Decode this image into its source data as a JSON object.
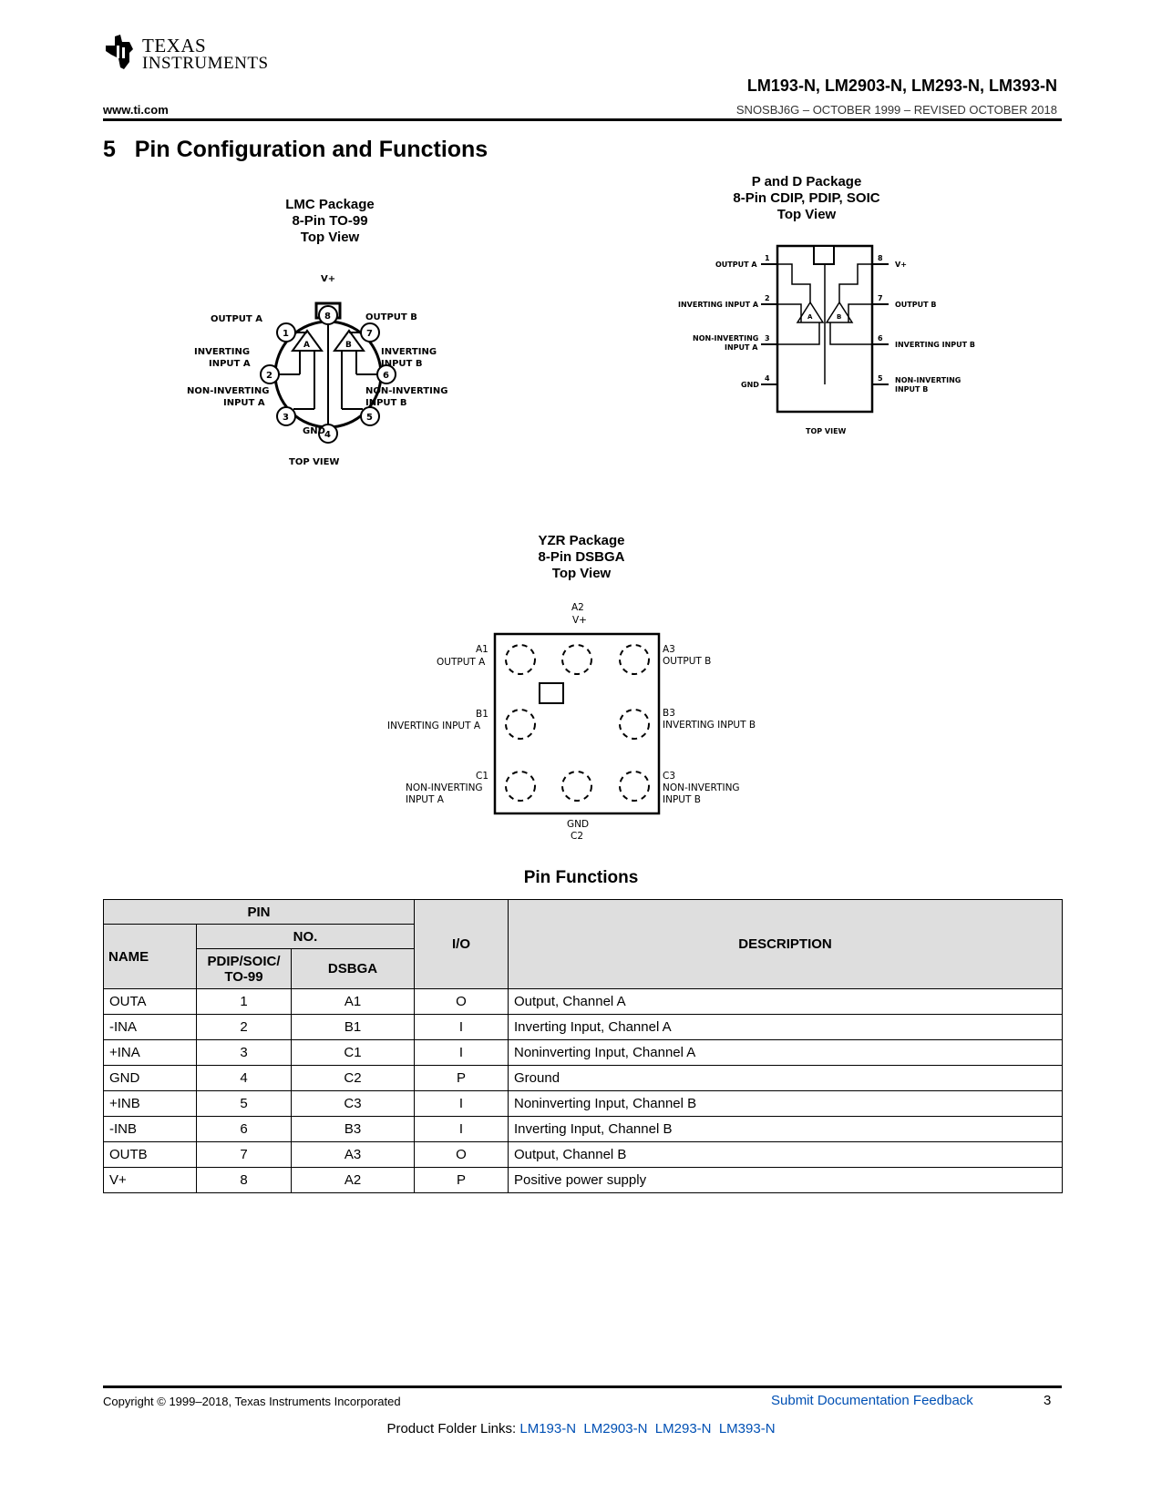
{
  "header": {
    "logo_line1": "TEXAS",
    "logo_line2": "INSTRUMENTS",
    "part_numbers": "LM193-N, LM2903-N, LM293-N, LM393-N",
    "website": "www.ti.com",
    "doc_info": "SNOSBJ6G – OCTOBER 1999 – REVISED OCTOBER 2018"
  },
  "section_title": "5   Pin Configuration and Functions",
  "packages": {
    "lmc": {
      "line1": "LMC Package",
      "line2": "8-Pin TO-99",
      "line3": "Top View",
      "vplus": "V+",
      "pins": [
        "1",
        "2",
        "3",
        "4",
        "5",
        "6",
        "7",
        "8"
      ],
      "output_a": "OUTPUT A",
      "output_b": "OUTPUT B",
      "inverting": "INVERTING",
      "input_a": "INPUT A",
      "input_b": "INPUT B",
      "non_inverting": "NON-INVERTING",
      "gnd": "GND",
      "amp_a": "A",
      "amp_b": "B",
      "top_view": "TOP VIEW"
    },
    "pd": {
      "line1": "P and D Package",
      "line2": "8-Pin CDIP, PDIP, SOIC",
      "line3": "Top View",
      "output_a": "OUTPUT A",
      "inv_input_a": "INVERTING INPUT A",
      "non_inverting": "NON-INVERTING",
      "input_a": "INPUT A",
      "gnd": "GND",
      "vplus": "V+",
      "output_b": "OUTPUT B",
      "inv_input_b": "INVERTING INPUT B",
      "input_b": "INPUT B",
      "pins": [
        "1",
        "2",
        "3",
        "4",
        "5",
        "6",
        "7",
        "8"
      ],
      "amp_a": "A",
      "amp_b": "B",
      "top_view": "TOP VIEW"
    },
    "yzr": {
      "line1": "YZR Package",
      "line2": "8-Pin DSBGA",
      "line3": "Top View",
      "a2": "A2",
      "vplus": "V+",
      "a1": "A1",
      "output_a": "OUTPUT A",
      "a3": "A3",
      "output_b": "OUTPUT B",
      "b1": "B1",
      "inv_input_a": "INVERTING INPUT A",
      "b3": "B3",
      "inv_input_b": "INVERTING INPUT B",
      "c1": "C1",
      "non_inverting": "NON-INVERTING",
      "input_a": "INPUT A",
      "c3": "C3",
      "input_b": "INPUT B",
      "gnd": "GND",
      "c2": "C2"
    }
  },
  "pin_functions": {
    "title": "Pin Functions",
    "headers": {
      "pin": "PIN",
      "name": "NAME",
      "no": "NO.",
      "pdip": "PDIP/SOIC/ TO-99",
      "dsbga": "DSBGA",
      "io": "I/O",
      "description": "DESCRIPTION"
    },
    "rows": [
      {
        "name": "OUTA",
        "pdip": "1",
        "dsbga": "A1",
        "io": "O",
        "desc": "Output, Channel A"
      },
      {
        "name": "-INA",
        "pdip": "2",
        "dsbga": "B1",
        "io": "I",
        "desc": "Inverting Input, Channel A"
      },
      {
        "name": "+INA",
        "pdip": "3",
        "dsbga": "C1",
        "io": "I",
        "desc": "Noninverting Input, Channel A"
      },
      {
        "name": "GND",
        "pdip": "4",
        "dsbga": "C2",
        "io": "P",
        "desc": "Ground"
      },
      {
        "name": "+INB",
        "pdip": "5",
        "dsbga": "C3",
        "io": "I",
        "desc": "Noninverting Input, Channel B"
      },
      {
        "name": "-INB",
        "pdip": "6",
        "dsbga": "B3",
        "io": "I",
        "desc": "Inverting Input, Channel B"
      },
      {
        "name": "OUTB",
        "pdip": "7",
        "dsbga": "A3",
        "io": "O",
        "desc": "Output, Channel B"
      },
      {
        "name": "V+",
        "pdip": "8",
        "dsbga": "A2",
        "io": "P",
        "desc": "Positive power supply"
      }
    ]
  },
  "footer": {
    "copyright": "Copyright © 1999–2018, Texas Instruments Incorporated",
    "feedback": "Submit Documentation Feedback",
    "page": "3",
    "links_label": "Product Folder Links: ",
    "links": [
      "LM193-N",
      "LM2903-N",
      "LM293-N",
      "LM393-N"
    ]
  }
}
